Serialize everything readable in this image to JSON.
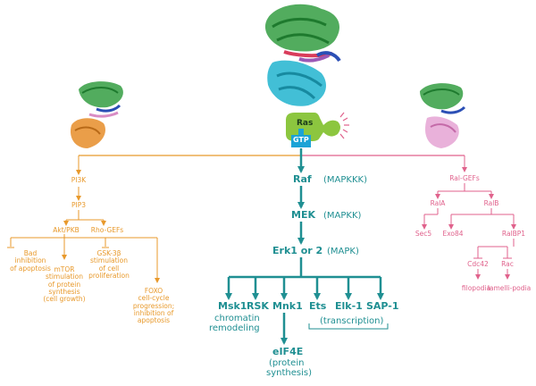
{
  "central": {
    "ras": "Ras",
    "gtp": "GTP"
  },
  "teal_path": {
    "raf": "Raf",
    "raf_note": "(MAPKKK)",
    "mek": "MEK",
    "mek_note": "(MAPKK)",
    "erk": "Erk1 or 2",
    "erk_note": "(MAPK)",
    "targets": [
      "Msk1",
      "RSK",
      "Mnk1",
      "Ets",
      "Elk-1",
      "SAP-1"
    ],
    "msk1_desc": [
      "chromatin",
      "remodeling"
    ],
    "transcription": "(transcription)",
    "eif4e": "eIF4E",
    "eif4e_desc": [
      "(protein",
      "synthesis)"
    ]
  },
  "orange_path": {
    "pi3k": "PI3K",
    "pip3": "PIP3",
    "akt": "Akt/PKB",
    "rhogef": "Rho-GEFs",
    "bad": [
      "Bad",
      "inhibition",
      "of apoptosis"
    ],
    "mtor": [
      "mTOR",
      "stimulation",
      "of protein",
      "synthesis",
      "(cell growth)"
    ],
    "gsk": [
      "GSK-3β",
      "stimulation",
      "of cell",
      "proliferation"
    ],
    "foxo": [
      "FOXO",
      "cell-cycle",
      "progression;",
      "inhibition of",
      "apoptosis"
    ]
  },
  "pink_path": {
    "ralgef": "Ral-GEFs",
    "rala": "RalA",
    "ralb": "RalB",
    "sec5": "Sec5",
    "exo84": "Exo84",
    "ralbp1": "RalBP1",
    "cdc42": "Cdc42",
    "rac": "Rac",
    "filopodia": "filopodia",
    "lamellipodia": "lamelli-podia"
  },
  "colors": {
    "teal": "#1f8f92",
    "orange": "#e8992b",
    "pink": "#e0628c",
    "ras_green": "#8cc63f",
    "gtp_blue": "#1ba3d6"
  }
}
